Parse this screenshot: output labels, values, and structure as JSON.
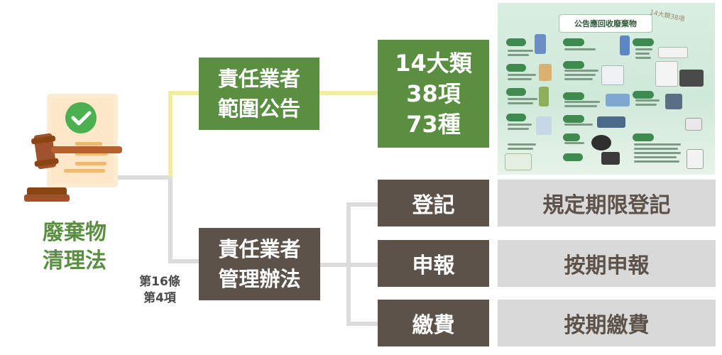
{
  "law": {
    "title_line1": "廢棄物",
    "title_line2": "清理法"
  },
  "article": {
    "line1": "第16條",
    "line2": "第4項"
  },
  "branch_top": {
    "line1": "責任業者",
    "line2": "範圍公告"
  },
  "branch_bottom": {
    "line1": "責任業者",
    "line2": "管理辦法"
  },
  "scope": {
    "line1": "14大類",
    "line2": "38項",
    "line3": "73種"
  },
  "notice_image": {
    "title": "公告應回收廢棄物",
    "badge": "14大類38項"
  },
  "rules": [
    {
      "label": "登記",
      "description": "規定期限登記"
    },
    {
      "label": "申報",
      "description": "按期申報"
    },
    {
      "label": "繳費",
      "description": "按期繳費"
    }
  ],
  "colors": {
    "green": "#5a8f42",
    "brown": "#5d5249",
    "grey": "#d9d9d9",
    "yellow_line": "#f1ef9f"
  },
  "icons": {
    "law": "gavel-document-checkmark-icon"
  }
}
